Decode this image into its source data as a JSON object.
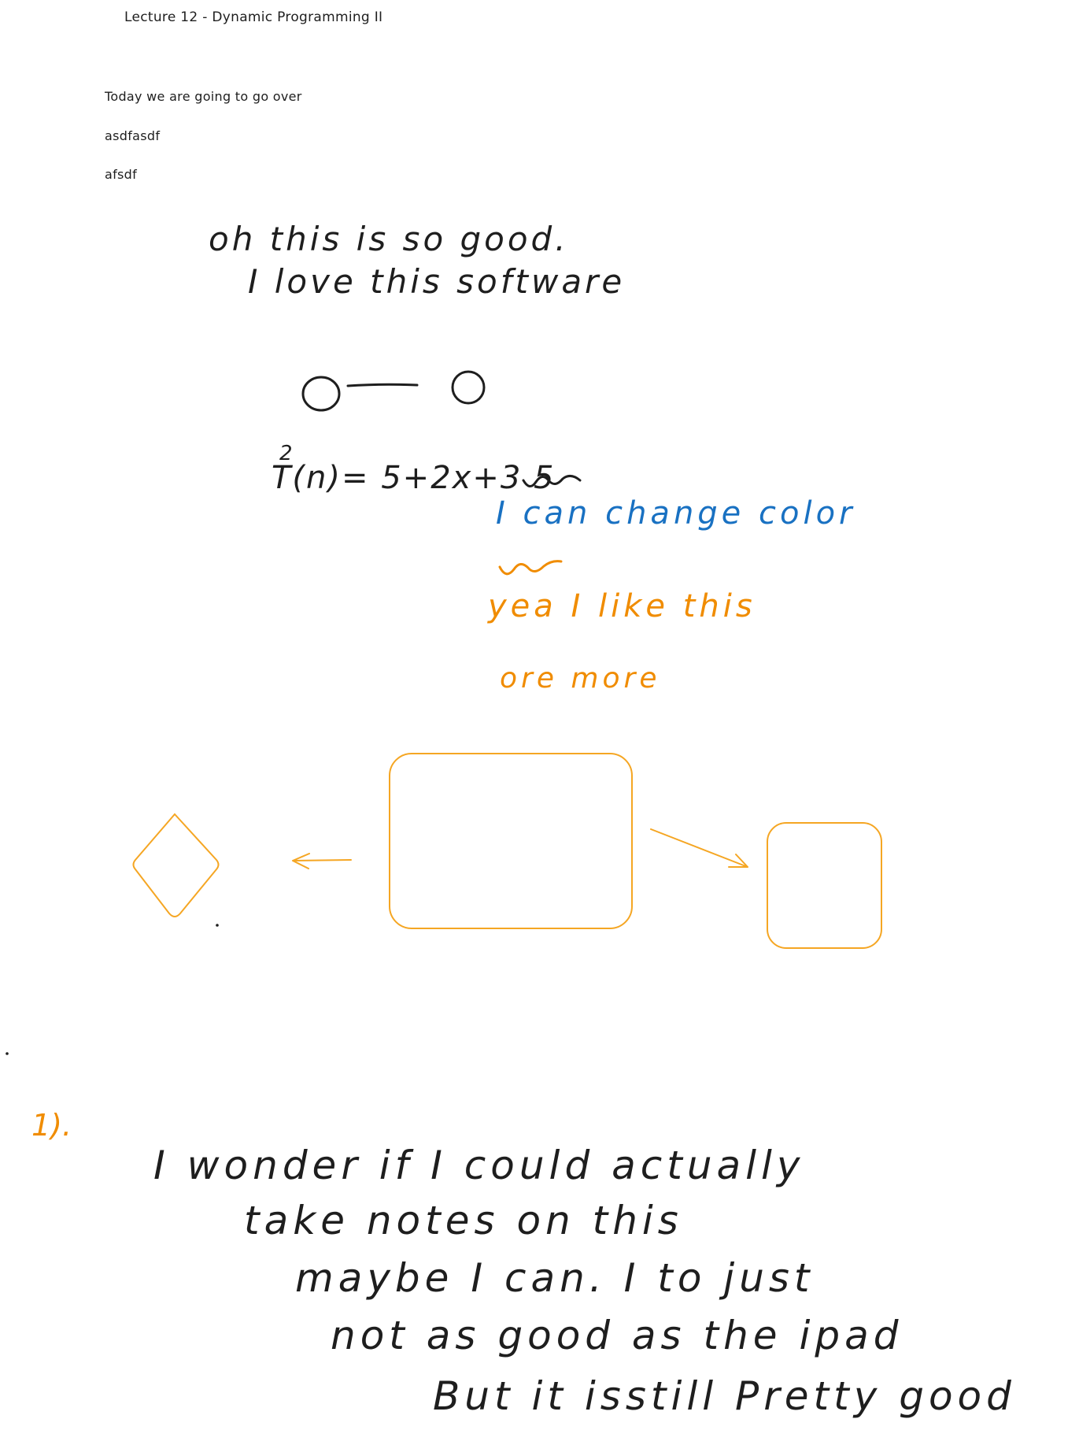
{
  "document": {
    "title": "Lecture 12 - Dynamic Programming II",
    "intro_lines": [
      "Today we are going to go over",
      "asdfasdf",
      "afsdf"
    ]
  },
  "handwriting": {
    "line1": "oh this is so good.",
    "line2": "I love this software",
    "equation_exponent": "2",
    "equation": "T(n)= 5+2x+3 5",
    "blue_line": "I can change color",
    "orange_line1": "yea I like this",
    "orange_line2": "ore more",
    "item_number": "1).",
    "paragraph": [
      "I wonder if I could actually",
      "take notes on this",
      "maybe I can. I to just",
      "not as good as the ipad",
      "But it isstill Pretty good"
    ]
  },
  "colors": {
    "ink": "#1e1e1e",
    "blue": "#1971c2",
    "orange": "#f08c00",
    "shape_orange": "#f5a623"
  }
}
